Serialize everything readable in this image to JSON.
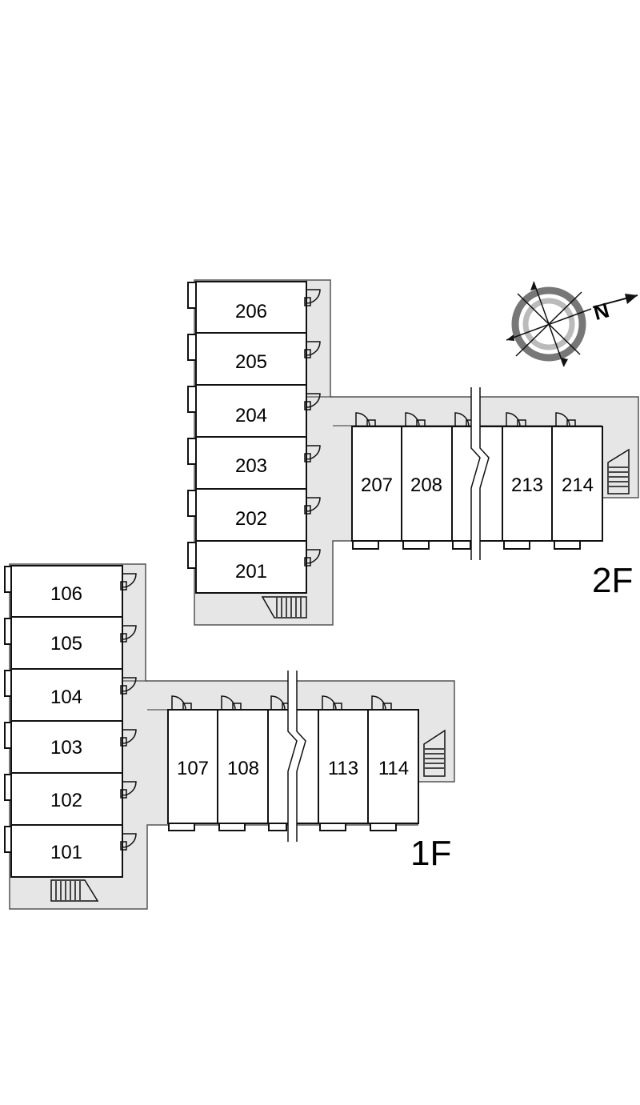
{
  "floors": [
    {
      "id": "2F",
      "label": "2F",
      "wing_units": [
        "206",
        "205",
        "204",
        "203",
        "202",
        "201"
      ],
      "row_units": [
        "207",
        "208",
        "",
        "213",
        "214"
      ]
    },
    {
      "id": "1F",
      "label": "1F",
      "wing_units": [
        "106",
        "105",
        "104",
        "103",
        "102",
        "101"
      ],
      "row_units": [
        "107",
        "108",
        "",
        "113",
        "114"
      ]
    }
  ],
  "compass": {
    "letter": "N",
    "icon": "compass-rose-icon"
  }
}
